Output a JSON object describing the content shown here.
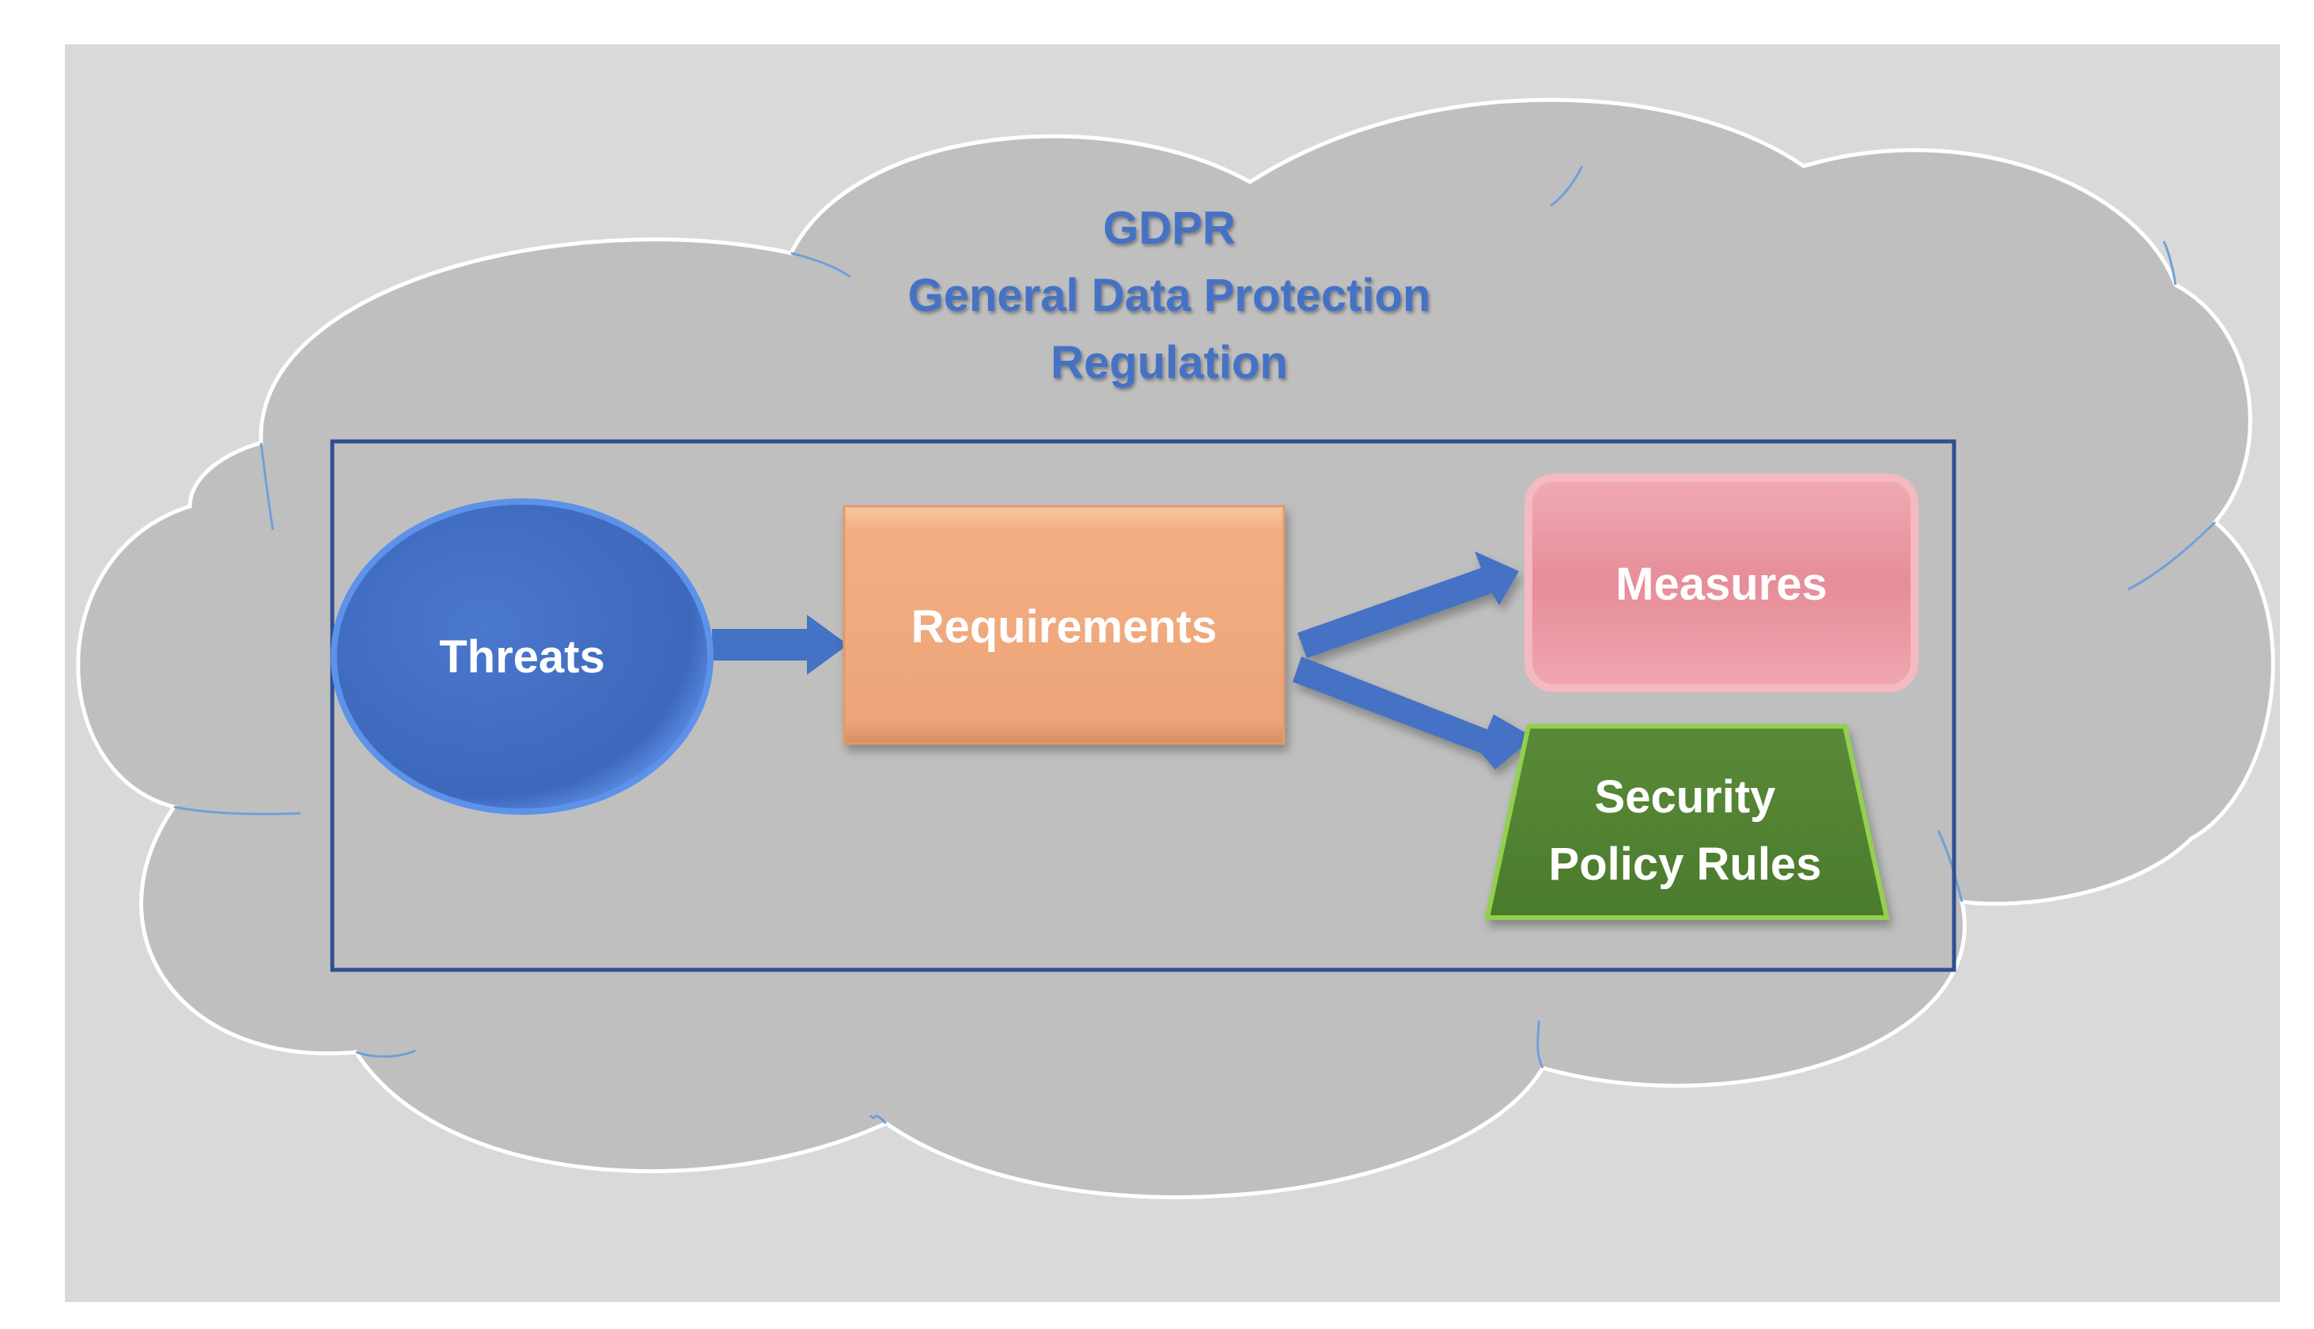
{
  "title": {
    "line1": "GDPR",
    "line2": "General Data Protection",
    "line3": "Regulation"
  },
  "nodes": {
    "threats": "Threats",
    "requirements": "Requirements",
    "measures": "Measures",
    "security_line1": "Security",
    "security_line2": "Policy Rules"
  },
  "colors": {
    "page_background": "#d9d9d9",
    "cloud_fill": "#bfbfbf",
    "cloud_outline": "#ffffff",
    "title_text": "#4472c4",
    "frame_border": "#2f4f8f",
    "threats_fill": "#4472c4",
    "requirements_fill": "#f4b183",
    "measures_fill": "#e8919b",
    "security_fill": "#548235",
    "arrow_fill": "#4472c4"
  }
}
